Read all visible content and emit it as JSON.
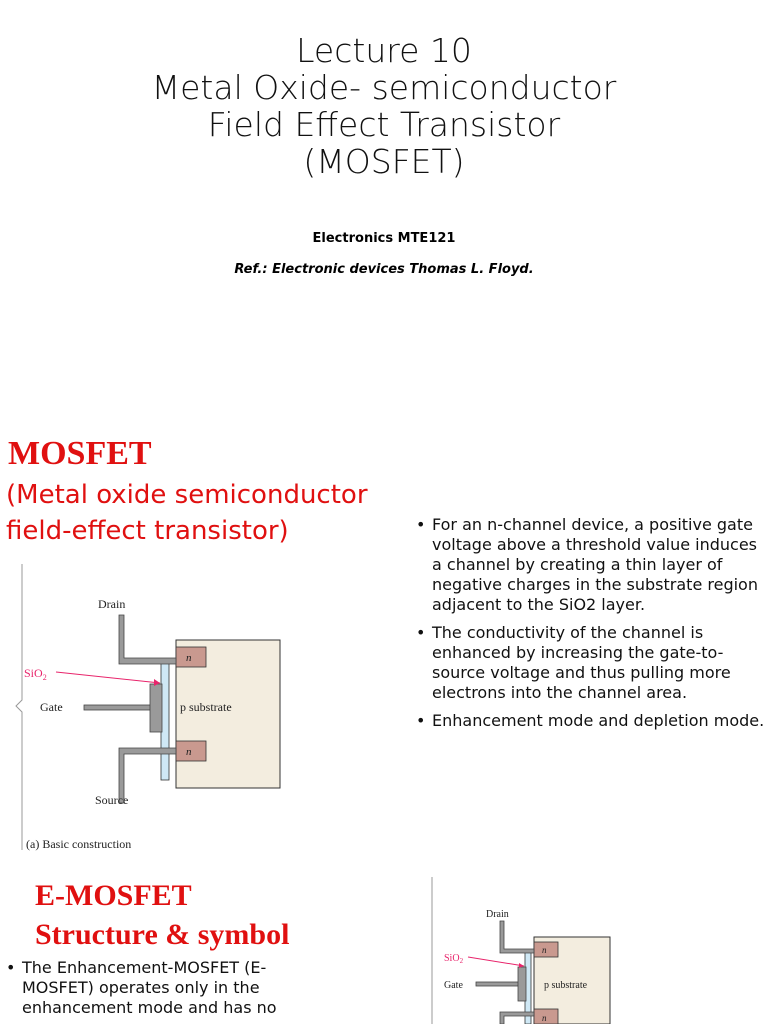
{
  "slide1": {
    "title_lines": [
      "Lecture 10",
      "Metal Oxide- semiconductor",
      "Field Effect Transistor",
      "(MOSFET)"
    ],
    "course": "Electronics MTE121",
    "reference": "Ref.:  Electronic devices Thomas L. Floyd."
  },
  "slide2": {
    "heading_main": "MOSFET",
    "heading_sub": [
      "(Metal oxide semiconductor",
      "field-effect transistor)"
    ],
    "bullets": [
      "For an n-channel device, a positive gate voltage above a threshold value induces a channel by creating a thin layer of negative charges in the substrate region adjacent to the SiO2 layer.",
      "The conductivity of the channel is enhanced by increasing the gate-to-source voltage and thus pulling more electrons into the channel area.",
      "Enhancement mode and depletion mode."
    ],
    "figure1": {
      "drain": "Drain",
      "sio2": "SiO",
      "sio2_sub": "2",
      "gate": "Gate",
      "n_top": "n",
      "n_bottom": "n",
      "substrate": "p substrate",
      "source": "Source",
      "caption": "(a) Basic construction"
    },
    "emosfet_heading": [
      "E-MOSFET",
      "Structure & symbol"
    ],
    "emosfet_bullet": "The Enhancement-MOSFET (E-MOSFET) operates only in the enhancement mode and has no",
    "figure2": {
      "drain": "Drain",
      "sio2": "SiO",
      "sio2_sub": "2",
      "gate": "Gate",
      "n_top": "n",
      "n_bottom": "n",
      "substrate": "p substrate"
    },
    "colors": {
      "heading_red": "#e01010",
      "substrate_fill": "#f3eddf",
      "n_region_fill": "#c9998f",
      "oxide_fill": "#cfe8f5",
      "sio2_label": "#e8246b"
    }
  }
}
